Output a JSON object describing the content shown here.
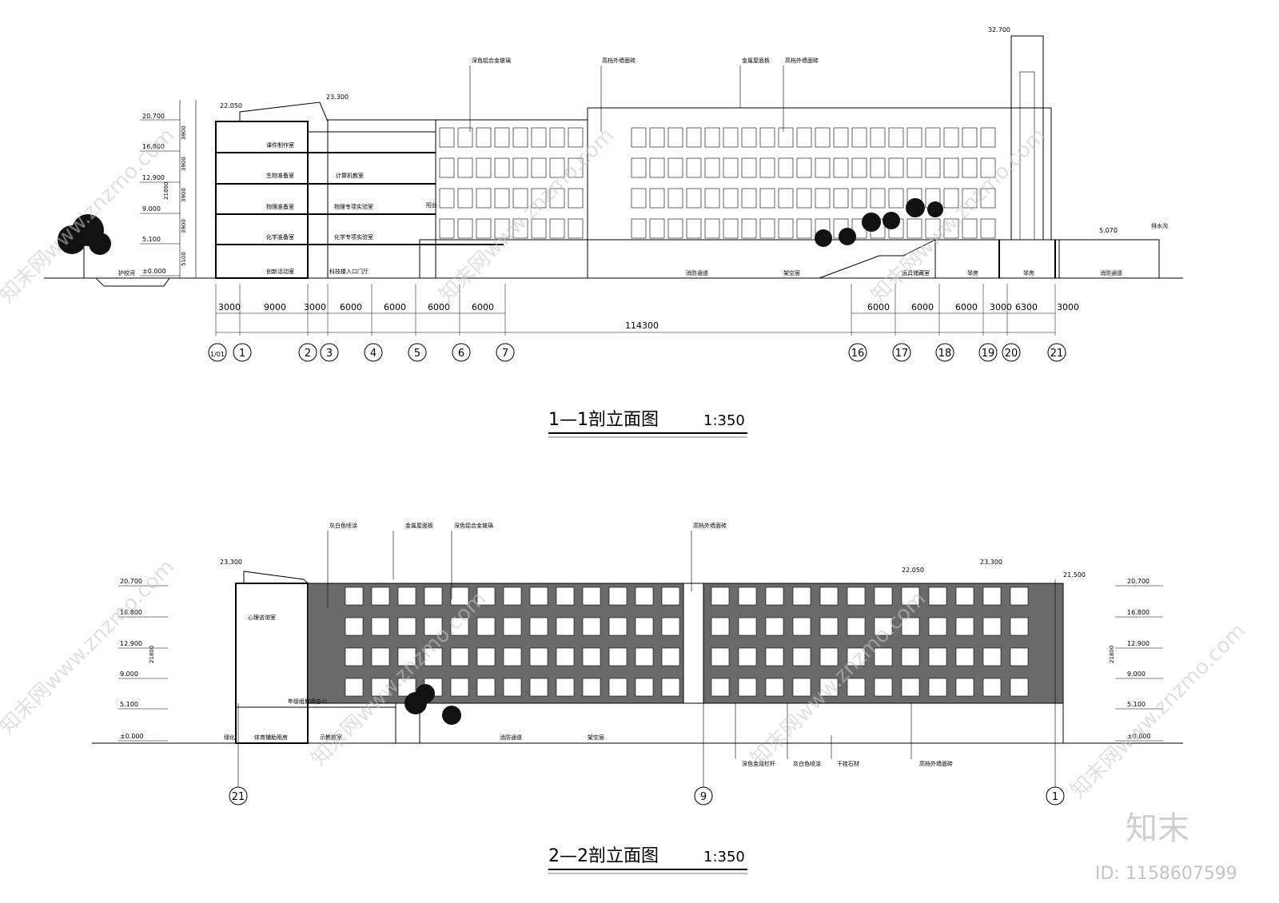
{
  "section_1": {
    "title": "1—1剖立面图",
    "scale": "1:350",
    "elevations_left": [
      "20.700",
      "16.800",
      "12.900",
      "9.000",
      "5.100",
      "±0.000"
    ],
    "elevation_tops": [
      "22.050",
      "23.300",
      "32.700",
      "5.070"
    ],
    "total_height": "21800",
    "floor_heights": [
      "3900",
      "3900",
      "3900",
      "3900",
      "5100"
    ],
    "callouts": [
      "深色铝合金玻璃",
      "高档外墙面砖",
      "金属屋面板",
      "高档外墙面砖"
    ],
    "rooms": [
      "课件制作室",
      "生物准备室",
      "物理准备室",
      "化学准备室",
      "创新活动室",
      "计算机教室",
      "物理专项实验室",
      "化学专项实验室",
      "科技楼入口门厅",
      "消防通道",
      "架空层",
      "运具储藏室",
      "琴房",
      "琴房",
      "消防通道",
      "阳台"
    ],
    "misc_labels": [
      "护校河",
      "排水沟"
    ],
    "dims_left": [
      "3000",
      "9000",
      "3000",
      "6000",
      "6000",
      "6000",
      "6000"
    ],
    "dims_right": [
      "6000",
      "6000",
      "6000",
      "3000",
      "6300",
      "3000"
    ],
    "total_length": "114300",
    "axes_left": [
      "1/01",
      "1",
      "2",
      "3",
      "4",
      "5",
      "6",
      "7"
    ],
    "axes_right": [
      "16",
      "17",
      "18",
      "19",
      "20",
      "21"
    ]
  },
  "section_2": {
    "title": "2—2剖立面图",
    "scale": "1:350",
    "elevations_left": [
      "20.700",
      "16.800",
      "12.900",
      "9.000",
      "5.100",
      "±0.000"
    ],
    "elevations_right": [
      "20.700",
      "16.800",
      "12.900",
      "9.000",
      "5.100",
      "±0.000"
    ],
    "elevation_tops": [
      "23.300",
      "22.050",
      "23.300",
      "21.500"
    ],
    "total_height": "21800",
    "callouts_top": [
      "灰白色喷涂",
      "金属屋面板",
      "深色铝合金玻璃",
      "高档外墙面砖"
    ],
    "callouts_bottom": [
      "深色金属栏杆",
      "灰白色喷涂",
      "干挂石材",
      "高档外墙面砖"
    ],
    "rooms": [
      "心理咨询室",
      "年级组教师办公",
      "绿化",
      "体育辅助用房",
      "示教教室",
      "消防通道",
      "架空层"
    ],
    "axes": [
      "21",
      "9",
      "1"
    ]
  },
  "watermark": {
    "text": "知末网www.znzmo.com",
    "logo": "知末",
    "id": "ID: 1158607599"
  }
}
